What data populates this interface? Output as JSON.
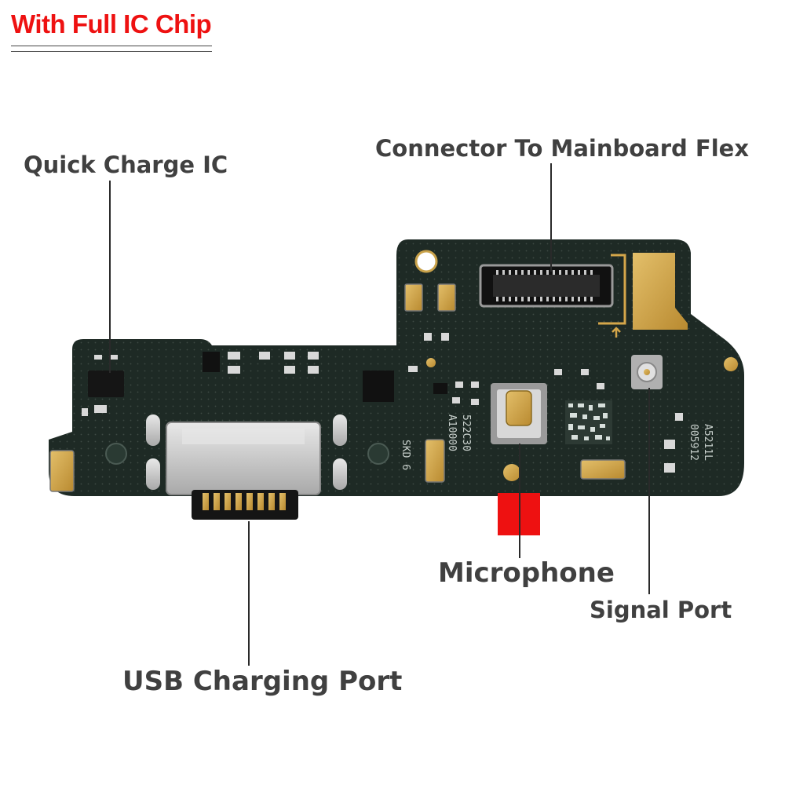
{
  "header": {
    "title": "With Full IC Chip"
  },
  "labels": {
    "quick_charge": "Quick Charge IC",
    "connector": "Connector To Mainboard Flex",
    "microphone": "Microphone",
    "signal": "Signal Port",
    "usb": "USB Charging Port"
  },
  "board_text": {
    "skd": "SKD  6",
    "code1": "522C30",
    "code2": "A10000",
    "code3": "A5211L",
    "code4": "005912"
  },
  "colors": {
    "title": "#ee1111",
    "label": "#404040",
    "pcb": "#1e2a25",
    "gold": "#d4a64a",
    "silver": "#c9c9c9",
    "red": "#ee1111"
  }
}
